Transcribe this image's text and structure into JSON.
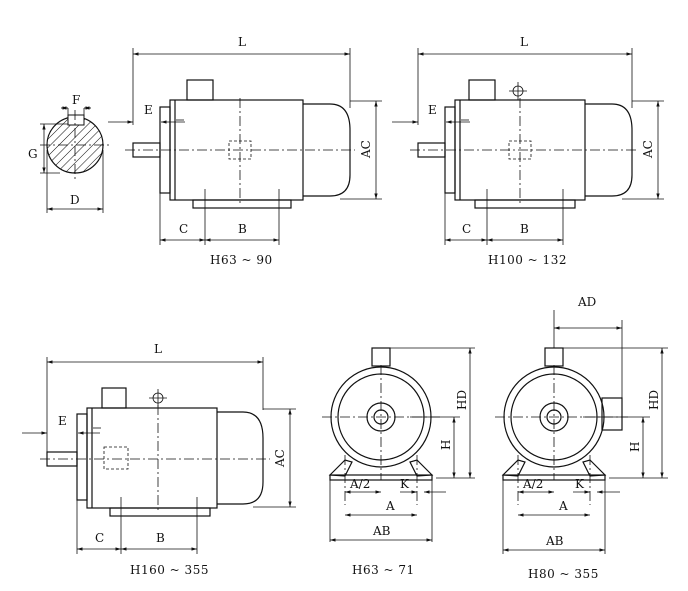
{
  "labels": {
    "L": "L",
    "E": "E",
    "F": "F",
    "G": "G",
    "D": "D",
    "C": "C",
    "B": "B",
    "AC": "AC",
    "AD": "AD",
    "HD": "HD",
    "H": "H",
    "A": "A",
    "A_half": "A/2",
    "K": "K",
    "AB": "AB"
  },
  "captions": {
    "side_small": "H63 ~ 90",
    "side_medium": "H100 ~ 132",
    "side_large": "H160 ~ 355",
    "front_small": "H63 ~ 71",
    "front_large": "H80 ~ 355"
  }
}
